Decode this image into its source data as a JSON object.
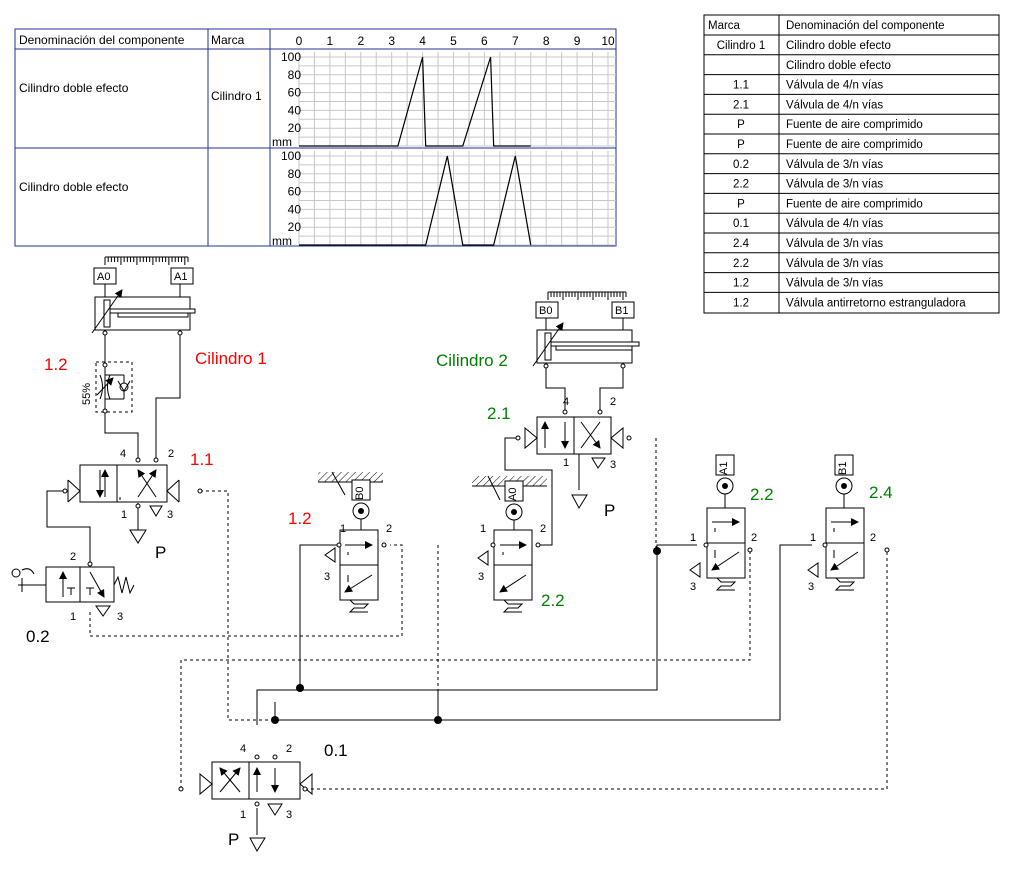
{
  "colors": {
    "red": "#ff0000",
    "green": "#008000",
    "blue": "#2030a0",
    "grid": "#c8c8c8"
  },
  "diagram_table": {
    "col_component": "Denominación del componente",
    "col_mark": "Marca",
    "x_ticks": [
      "0",
      "1",
      "2",
      "3",
      "4",
      "5",
      "6",
      "7",
      "8",
      "9",
      "10"
    ],
    "y_ticks": [
      "100",
      "80",
      "60",
      "40",
      "20"
    ],
    "y_unit": "mm",
    "rows": [
      {
        "component": "Cilindro doble efecto",
        "mark": "Cilindro 1"
      },
      {
        "component": "Cilindro doble efecto",
        "mark": ""
      }
    ]
  },
  "chart_data": {
    "type": "line",
    "xlim": [
      0,
      10
    ],
    "ylim": [
      0,
      100
    ],
    "series": [
      {
        "x": [
          0,
          3.2,
          4.0,
          4.1,
          5.3,
          6.2,
          6.3,
          7.5
        ],
        "y": [
          0,
          0,
          100,
          0,
          0,
          100,
          0,
          0
        ]
      },
      {
        "x": [
          0,
          4.1,
          4.8,
          5.3,
          6.3,
          7.0,
          7.5
        ],
        "y": [
          0,
          0,
          100,
          0,
          0,
          100,
          0
        ]
      }
    ]
  },
  "parts_list": {
    "col_mark": "Marca",
    "col_component": "Denominación del componente",
    "rows": [
      {
        "mark": "Cilindro 1",
        "name": "Cilindro doble efecto"
      },
      {
        "mark": "",
        "name": "Cilindro doble efecto"
      },
      {
        "mark": "1.1",
        "name": "Válvula de 4/n vías"
      },
      {
        "mark": "2.1",
        "name": "Válvula de 4/n vías"
      },
      {
        "mark": "P",
        "name": "Fuente de aire comprimido"
      },
      {
        "mark": "P",
        "name": "Fuente de aire comprimido"
      },
      {
        "mark": "0.2",
        "name": "Válvula de 3/n vías"
      },
      {
        "mark": "2.2",
        "name": "Válvula de 3/n vías"
      },
      {
        "mark": "P",
        "name": "Fuente de aire comprimido"
      },
      {
        "mark": "0.1",
        "name": "Válvula de 4/n vías"
      },
      {
        "mark": "2.4",
        "name": "Válvula de 3/n vías"
      },
      {
        "mark": "2.2",
        "name": "Válvula de 3/n vías"
      },
      {
        "mark": "1.2",
        "name": "Válvula de 3/n vías"
      },
      {
        "mark": "1.2",
        "name": "Válvula antirretorno estranguladora"
      }
    ]
  },
  "labels": {
    "cyl1_name": "Cilindro 1",
    "cyl2_name": "Cilindro 2",
    "v12_throttle": "1.2",
    "v11": "1.1",
    "v12_roller": "1.2",
    "v21": "2.1",
    "v22_a": "2.2",
    "v22_b": "2.2",
    "v24": "2.4",
    "v02": "0.2",
    "v01": "0.1",
    "percent": "55%"
  },
  "ports": {
    "a0": "A0",
    "a1": "A1",
    "b0": "B0",
    "b1": "B1",
    "p": "P",
    "n1": "1",
    "n2": "2",
    "n3": "3",
    "n4": "4"
  }
}
